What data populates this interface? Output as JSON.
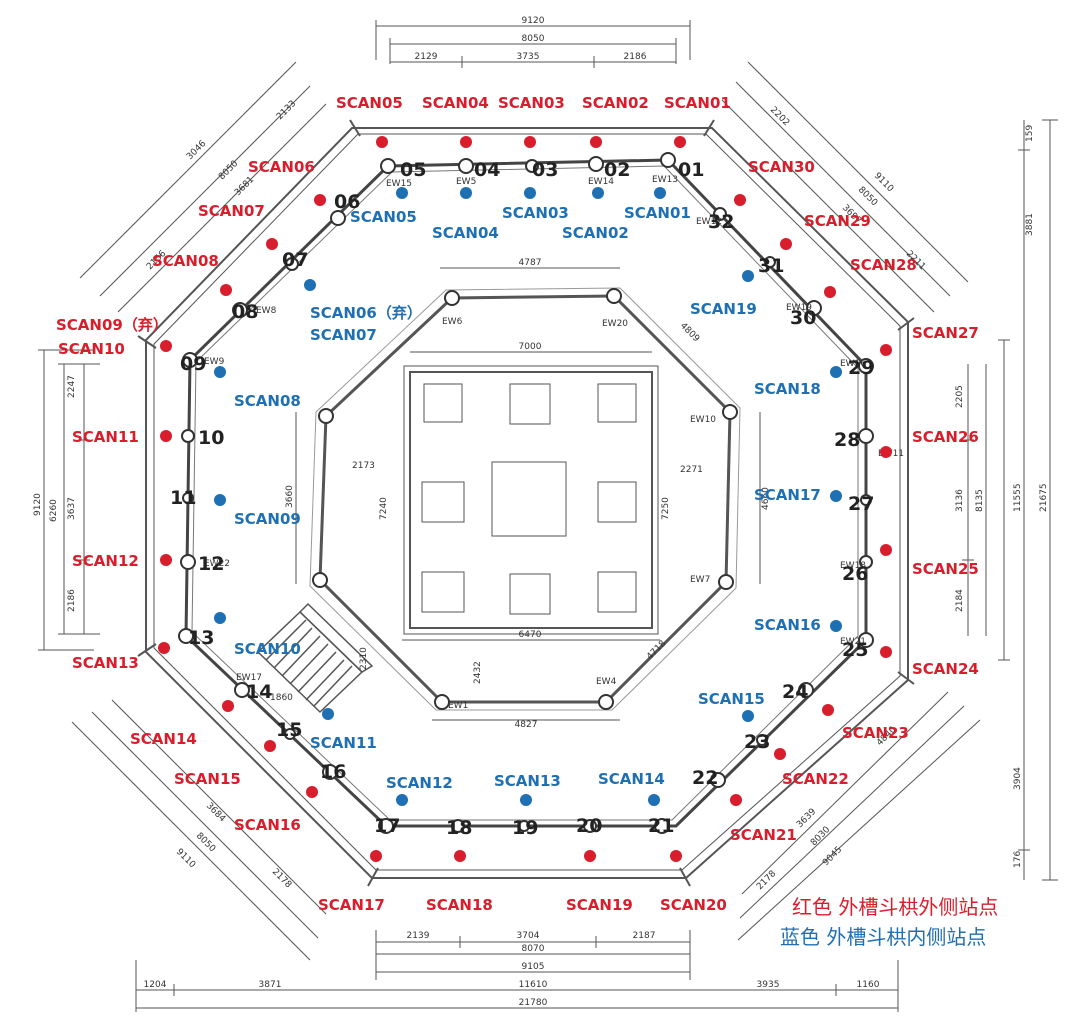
{
  "colors": {
    "red": "#d81e2c",
    "blue": "#1f6fb3",
    "line": "#444444"
  },
  "legend": {
    "red_text": "红色  外槽斗栱外侧站点",
    "blue_text": "蓝色  外槽斗栱内侧站点"
  },
  "dims": [
    "9120",
    "8050",
    "2129",
    "3735",
    "2186",
    "3046",
    "8050",
    "2133",
    "3681",
    "2156",
    "2202",
    "9110",
    "8050",
    "3697",
    "2211",
    "159",
    "3881",
    "2247",
    "3637",
    "6260",
    "9120",
    "2186",
    "2205",
    "3136",
    "8135",
    "11555",
    "21675",
    "2184",
    "3904",
    "176",
    "4787",
    "4809",
    "7000",
    "2173",
    "3660",
    "7240",
    "2271",
    "7250",
    "4660",
    "6470",
    "2432",
    "4827",
    "4718",
    "2139",
    "3704",
    "2187",
    "8070",
    "9105",
    "1204",
    "3871",
    "11610",
    "3935",
    "1160",
    "21780",
    "3684",
    "8050",
    "9110",
    "2178",
    "3639",
    "8030",
    "9045",
    "2178",
    "4840",
    "2310",
    "1860"
  ],
  "red_stations": [
    "SCAN01",
    "SCAN02",
    "SCAN03",
    "SCAN04",
    "SCAN05",
    "SCAN06",
    "SCAN07",
    "SCAN08",
    "SCAN09（弃）",
    "SCAN10",
    "SCAN11",
    "SCAN12",
    "SCAN13",
    "SCAN14",
    "SCAN15",
    "SCAN16",
    "SCAN17",
    "SCAN18",
    "SCAN19",
    "SCAN20",
    "SCAN21",
    "SCAN22",
    "SCAN23",
    "SCAN24",
    "SCAN25",
    "SCAN26",
    "SCAN27",
    "SCAN28",
    "SCAN29",
    "SCAN30"
  ],
  "blue_stations": [
    "SCAN01",
    "SCAN02",
    "SCAN03",
    "SCAN04",
    "SCAN05",
    "SCAN06（弃）",
    "SCAN07",
    "SCAN08",
    "SCAN09",
    "SCAN10",
    "SCAN11",
    "SCAN12",
    "SCAN13",
    "SCAN14",
    "SCAN15",
    "SCAN16",
    "SCAN17",
    "SCAN18",
    "SCAN19"
  ],
  "column_numbers": [
    "01",
    "02",
    "03",
    "04",
    "05",
    "06",
    "07",
    "08",
    "09",
    "10",
    "11",
    "12",
    "13",
    "14",
    "15",
    "16",
    "17",
    "18",
    "19",
    "20",
    "21",
    "22",
    "23",
    "24",
    "25",
    "26",
    "27",
    "28",
    "29",
    "30",
    "31",
    "32"
  ],
  "ew_tags": [
    "EW1",
    "EW4",
    "EW5",
    "EW6",
    "EW7",
    "EW8",
    "EW9",
    "EW10",
    "EW11",
    "EW12",
    "EW13",
    "EW14",
    "EW15",
    "EW16",
    "EW17",
    "EW18",
    "EW19",
    "EW20",
    "EW21",
    "EW22"
  ]
}
